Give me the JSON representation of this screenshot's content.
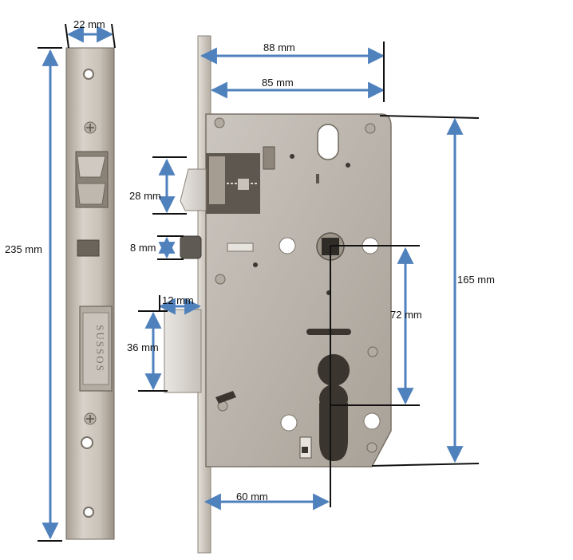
{
  "dimensions": {
    "faceplate_width": "22 mm",
    "faceplate_height": "235 mm",
    "body_depth_total": "88 mm",
    "body_depth": "85 mm",
    "body_height": "165 mm",
    "latch_height": "28 mm",
    "deadbolt_height": "8 mm",
    "bolt_projection": "12 mm",
    "bolt_height": "36 mm",
    "center_distance": "72 mm",
    "backset": "60 mm"
  },
  "faceplate": {
    "engraved_text": "SUSSOS"
  },
  "colors": {
    "arrow": "#4f81bd",
    "line": "#111111",
    "steel_light": "#d4cec6",
    "steel_dark": "#8f877c"
  }
}
